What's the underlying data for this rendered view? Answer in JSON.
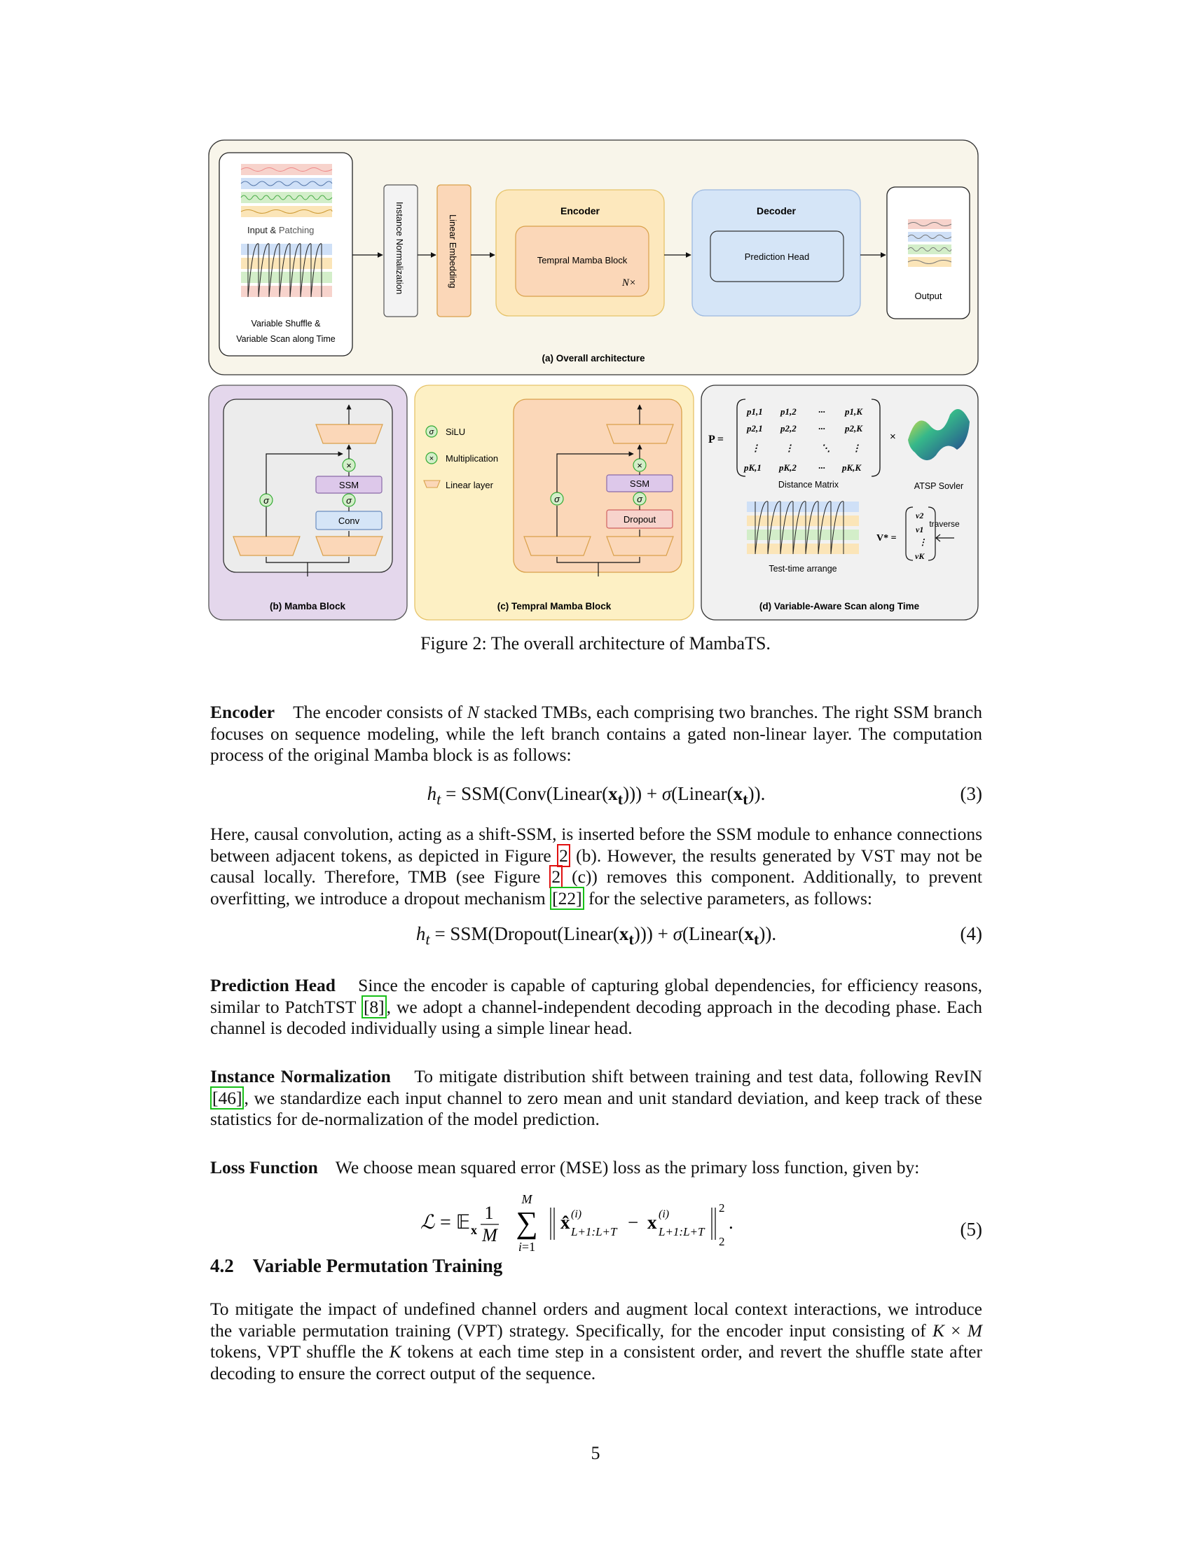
{
  "figure": {
    "panel_a": {
      "input_label_1": "Input & ",
      "input_label_2": "Patching",
      "shuffle_label_1": "Variable Shuffle &",
      "shuffle_label_2": "Variable Scan along Time",
      "instance_norm": "Instance Normalization",
      "linear_embedding": "Linear Embedding",
      "encoder_title": "Encoder",
      "tmb_label": "Tempral Mamba Block",
      "repeat": "N×",
      "decoder_title": "Decoder",
      "pred_head": "Prediction Head",
      "output_label": "Output",
      "caption": "(a) Overall architecture"
    },
    "panel_b": {
      "ssm": "SSM",
      "conv": "Conv",
      "sigma": "σ",
      "mult": "×",
      "caption": "(b) Mamba Block"
    },
    "panel_c": {
      "legend_silu": "SiLU",
      "legend_mult": "Multiplication",
      "legend_linear": "Linear layer",
      "ssm": "SSM",
      "dropout": "Dropout",
      "caption": "(c) Tempral Mamba Block"
    },
    "panel_d": {
      "p_label": "P =",
      "times": "×",
      "distance_matrix": "Distance Matrix",
      "atsp": "ATSP Sovler",
      "test_time": "Test-time arrange",
      "v_label": "V* =",
      "traverse": "traverse",
      "caption": "(d) Variable-Aware Scan along Time",
      "matrix_rows": [
        [
          "p1,1",
          "p1,2",
          "···",
          "p1,K"
        ],
        [
          "p2,1",
          "p2,2",
          "···",
          "p2,K"
        ],
        [
          "⋮",
          "⋮",
          "⋱",
          "⋮"
        ],
        [
          "pK,1",
          "pK,2",
          "···",
          "pK,K"
        ]
      ],
      "vector": [
        "v2",
        "v1",
        "⋮",
        "vK"
      ]
    }
  },
  "caption": "Figure 2: The overall architecture of MambaTS.",
  "encoder": {
    "heading": "Encoder",
    "text_1": "The encoder consists of ",
    "N": "N",
    "text_2": " stacked TMBs, each comprising two branches. The right SSM branch focuses on sequence modeling, while the left branch contains a gated non-linear layer. The computation process of the original Mamba block is as follows:"
  },
  "eq3": {
    "text": "h_t = SSM(Conv(Linear(x_t))) + σ(Linear(x_t)).",
    "number": "(3)"
  },
  "para_here": {
    "t1": "Here, causal convolution, acting as a shift-SSM, is inserted before the SSM module to enhance connections between adjacent tokens, as depicted in Figure ",
    "ref1": "2",
    "t2": " (b). However, the results generated by VST may not be causal locally. Therefore, TMB (see Figure ",
    "ref2": "2",
    "t3": " (c)) removes this component. Additionally, to prevent overfitting, we introduce a dropout mechanism ",
    "cite": "[22]",
    "t4": " for the selective parameters, as follows:"
  },
  "eq4": {
    "text": "h_t = SSM(Dropout(Linear(x_t))) + σ(Linear(x_t)).",
    "number": "(4)"
  },
  "pred_head": {
    "heading": "Prediction Head",
    "t1": "Since the encoder is capable of capturing global dependencies, for efficiency reasons, similar to PatchTST ",
    "cite": "[8]",
    "t2": ", we adopt a channel-independent decoding approach in the decoding phase. Each channel is decoded individually using a simple linear head."
  },
  "inst_norm": {
    "heading": "Instance Normalization",
    "t1": "To mitigate distribution shift between training and test data, following RevIN ",
    "cite": "[46]",
    "t2": ", we standardize each input channel to zero mean and unit standard deviation, and keep track of these statistics for de-normalization of the model prediction."
  },
  "loss": {
    "heading": "Loss Function",
    "text": "We choose mean squared error (MSE) loss as the primary loss function, given by:"
  },
  "eq5": {
    "number": "(5)"
  },
  "section": {
    "number": "4.2",
    "title": "Variable Permutation Training"
  },
  "vpt": {
    "t1": "To mitigate the impact of undefined channel orders and augment local context interactions, we introduce the variable permutation training (VPT) strategy. Specifically, for the encoder input consisting of ",
    "t2": " tokens, VPT shuffle the ",
    "t3": " tokens at each time step in a consistent order, and revert the shuffle state after decoding to ensure the correct output of the sequence."
  },
  "page_number": "5"
}
